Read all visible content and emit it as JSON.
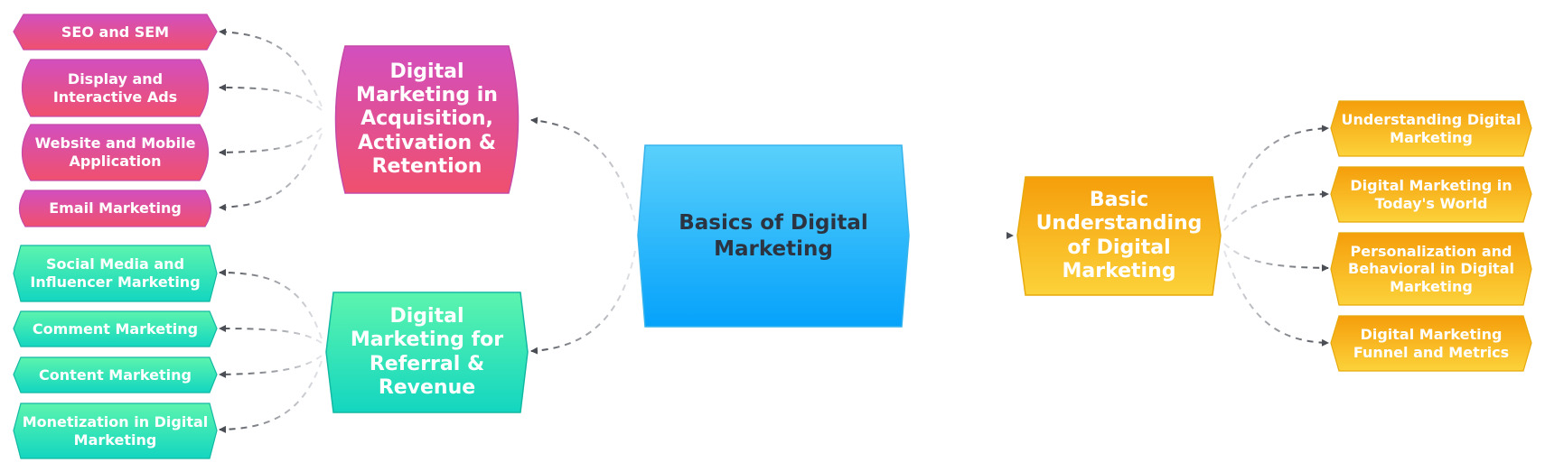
{
  "colors": {
    "pink_top": "#d24fbe",
    "pink_bottom": "#f0506e",
    "pink_border": "#c64aa8",
    "teal_top": "#5cf4ae",
    "teal_bottom": "#13d6c0",
    "teal_border": "#12b9a3",
    "orange_top": "#f59e0b",
    "orange_bottom": "#fcd23a",
    "orange_border": "#e7a90c",
    "blue_top": "#5ad0fb",
    "blue_bottom": "#05a2fb",
    "blue_border": "#37b3ec",
    "connector_dark": "#4b4e55",
    "connector_light": "#d3d5d9"
  },
  "root": {
    "label": "Basics of Digital Marketing"
  },
  "branches": {
    "acquisition": {
      "label": "Digital Marketing in Acquisition, Activation & Retention",
      "children": [
        "SEO and SEM",
        "Display and Interactive Ads",
        "Website and Mobile Application",
        "Email Marketing"
      ]
    },
    "referral": {
      "label": "Digital Marketing for Referral & Revenue",
      "children": [
        "Social Media and Influencer Marketing",
        "Comment Marketing",
        "Content Marketing",
        "Monetization in Digital Marketing"
      ]
    },
    "understanding": {
      "label": "Basic Understanding of Digital Marketing",
      "children": [
        "Understanding Digital Marketing",
        "Digital Marketing in Today's World",
        "Personalization and Behavioral in Digital Marketing",
        "Digital Marketing Funnel and Metrics"
      ]
    }
  }
}
